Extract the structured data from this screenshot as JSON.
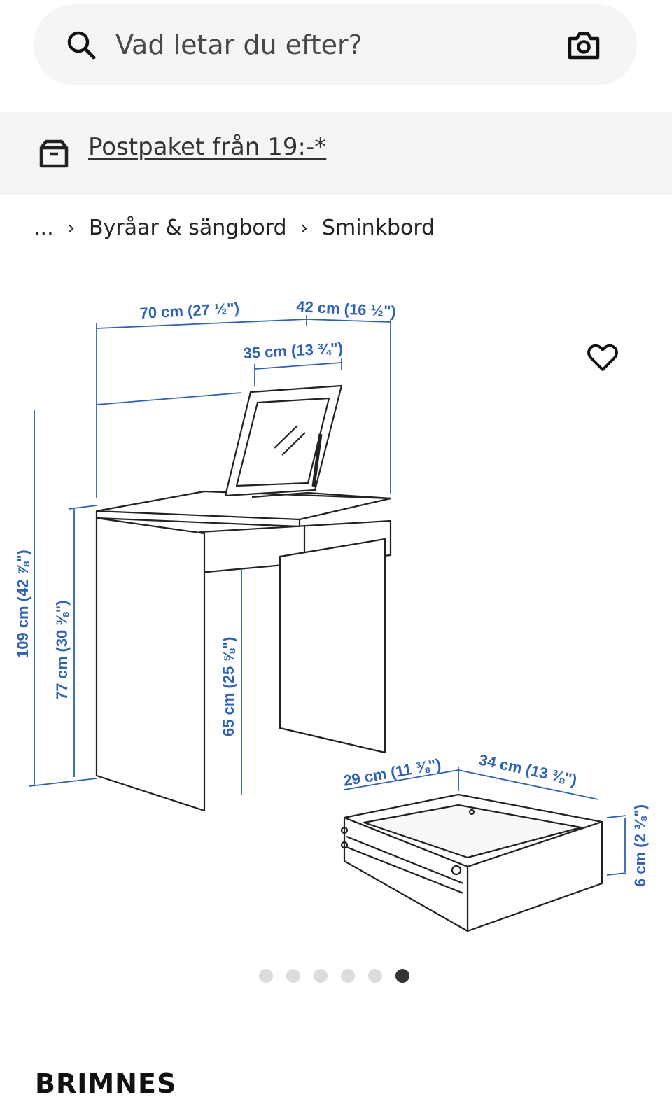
{
  "search": {
    "placeholder": "Vad letar du efter?"
  },
  "delivery_banner": {
    "link_text": "Postpaket från 19:-*"
  },
  "breadcrumb": {
    "ellipsis": "...",
    "items": [
      "Byråar & sängbord",
      "Sminkbord"
    ]
  },
  "product_image": {
    "dimensions": {
      "width": "70 cm (27 ½\")",
      "depth": "42 cm (16 ½\")",
      "mirror_width": "35 cm (13 ¾\")",
      "total_height": "109 cm (42 ⅞\")",
      "table_height": "77 cm (30 ⅜\")",
      "knee_clearance": "65 cm (25 ⅝\")",
      "drawer_width": "29 cm (11 ⅜\")",
      "drawer_depth": "34 cm (13 ⅜\")",
      "drawer_height": "6 cm (2 ⅜\")"
    },
    "pager": {
      "total": 6,
      "active_index": 5
    }
  },
  "product": {
    "name": "BRIMNES"
  },
  "icons": [
    "search-icon",
    "camera-icon",
    "box-icon",
    "chevron-right-icon",
    "heart-icon"
  ],
  "colors": {
    "dimension_blue": "#2f61b5",
    "line_black": "#222222",
    "banner_bg": "#f5f5f5"
  }
}
